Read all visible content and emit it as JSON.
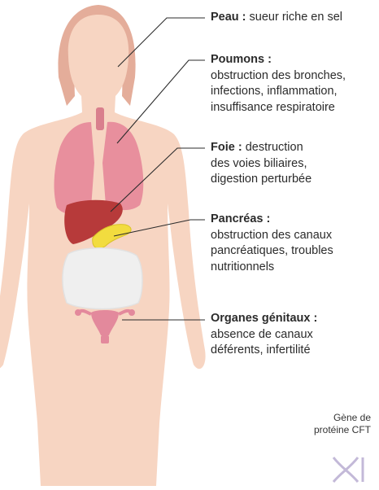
{
  "colors": {
    "skin": "#f7d5c2",
    "skin_shade": "#f2c6ae",
    "hair": "#e4ad9a",
    "lungs": "#e88f9d",
    "liver": "#b73a3a",
    "pancreas": "#f2dc3f",
    "intestine": "#f0f0f0",
    "uterus": "#e3899c",
    "leader_line": "#2b2b2b"
  },
  "annotations": [
    {
      "title": "Peau :",
      "lines": [
        "sueur riche en sel"
      ]
    },
    {
      "title": "Poumons :",
      "lines": [
        "obstruction des bronches,",
        "infections, inflammation,",
        "insuffisance respiratoire"
      ]
    },
    {
      "title": "Foie :",
      "lines": [
        "destruction",
        "des voies biliaires,",
        "digestion perturbée"
      ]
    },
    {
      "title": "Pancréas :",
      "lines": [
        "obstruction des canaux",
        "pancréatiques, troubles",
        "nutritionnels"
      ]
    },
    {
      "title": "Organes génitaux :",
      "lines": [
        "absence de canaux",
        "déférents, infertilité"
      ]
    }
  ],
  "side_note": {
    "line1": "Gène de",
    "line2": "protéine CFT"
  },
  "icons": {
    "logo": "dna-helix-icon"
  }
}
